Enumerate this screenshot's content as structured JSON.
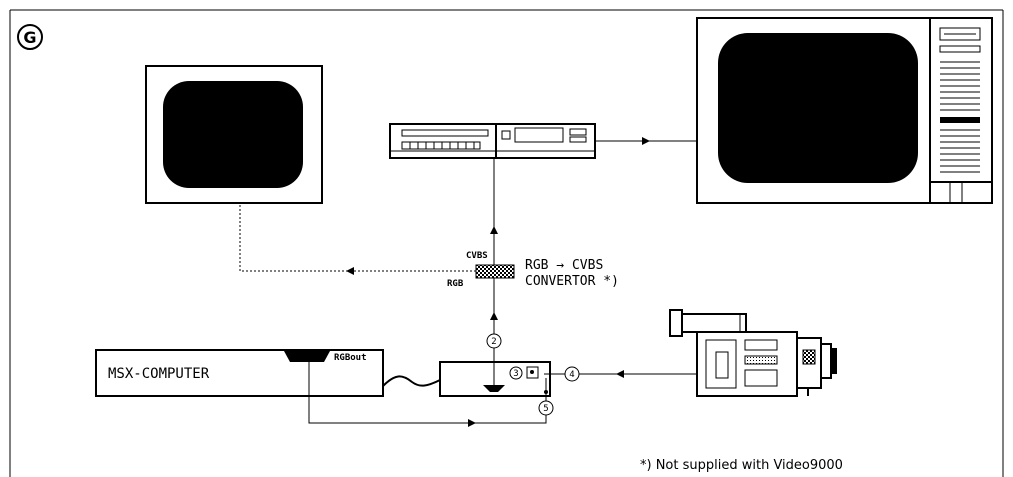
{
  "figure_label": "G",
  "devices": {
    "computer_label": "MSX-COMPUTER",
    "rgb_out_label": "RGBout"
  },
  "convertor": {
    "cvbs_tag": "CVBS",
    "rgb_tag": "RGB",
    "title_line1": "RGB → CVBS",
    "title_line2": "CONVERTOR *)"
  },
  "connectors": [
    "2",
    "3",
    "4",
    "5"
  ],
  "footnote": "*) Not supplied with Video9000"
}
